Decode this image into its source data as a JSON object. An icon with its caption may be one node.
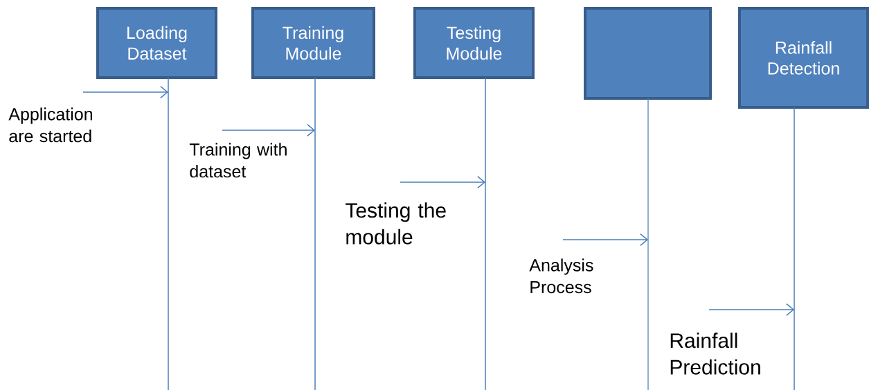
{
  "diagram": {
    "nodes": [
      {
        "text": [
          "Loading Dataset"
        ]
      },
      {
        "text": [
          "Training Module"
        ]
      },
      {
        "text": [
          "Testing Module"
        ]
      },
      {
        "text": [],
        "shape": "box"
      },
      {
        "text": [
          "Rainfall Detection"
        ]
      }
    ],
    "edges": [
      {
        "from": null,
        "to": 0,
        "arrow": "to",
        "label": "Application are started"
      },
      {
        "from": 0,
        "to": 1,
        "arrow": "to",
        "label": "Training with dataset"
      },
      {
        "from": null,
        "to": 2,
        "arrow": "to",
        "label": "Testing the module"
      },
      {
        "from": null,
        "to": 3,
        "arrow": "to",
        "label": "Analysis Process"
      },
      {
        "from": 3,
        "to": 4,
        "arrow": "to",
        "label": "Rainfall Prediction"
      }
    ]
  }
}
